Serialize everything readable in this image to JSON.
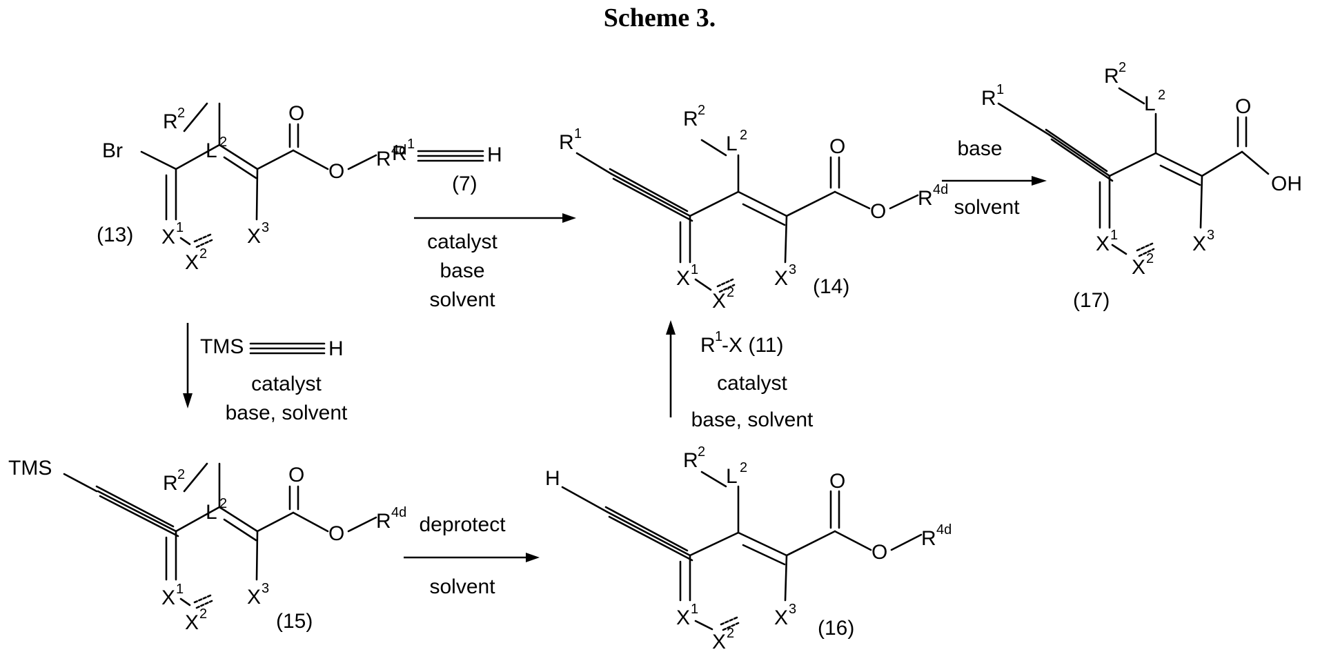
{
  "title": "Scheme 3.",
  "labels": {
    "c13": "(13)",
    "c14": "(14)",
    "c15": "(15)",
    "c16": "(16)",
    "c17": "(17)",
    "c7": "(7)"
  },
  "atoms": {
    "R": "R",
    "L": "L",
    "X": "X",
    "O": "O",
    "OH": "OH",
    "H": "H",
    "Br": "Br",
    "TMS": "TMS",
    "sup1": "1",
    "sup2": "2",
    "sup3": "3",
    "sup4d": "4d"
  },
  "reagents": {
    "step1_cond1": "catalyst",
    "step1_cond2": "base",
    "step1_cond3": "solvent",
    "step2_cond1": "catalyst",
    "step2_cond2": "base, solvent",
    "step3_top": "deprotect",
    "step3_bottom": "solvent",
    "step4_reagent": "-X (11)",
    "step4_cond1": "catalyst",
    "step4_cond2": "base, solvent",
    "step5_top": "base",
    "step5_bottom": "solvent"
  }
}
